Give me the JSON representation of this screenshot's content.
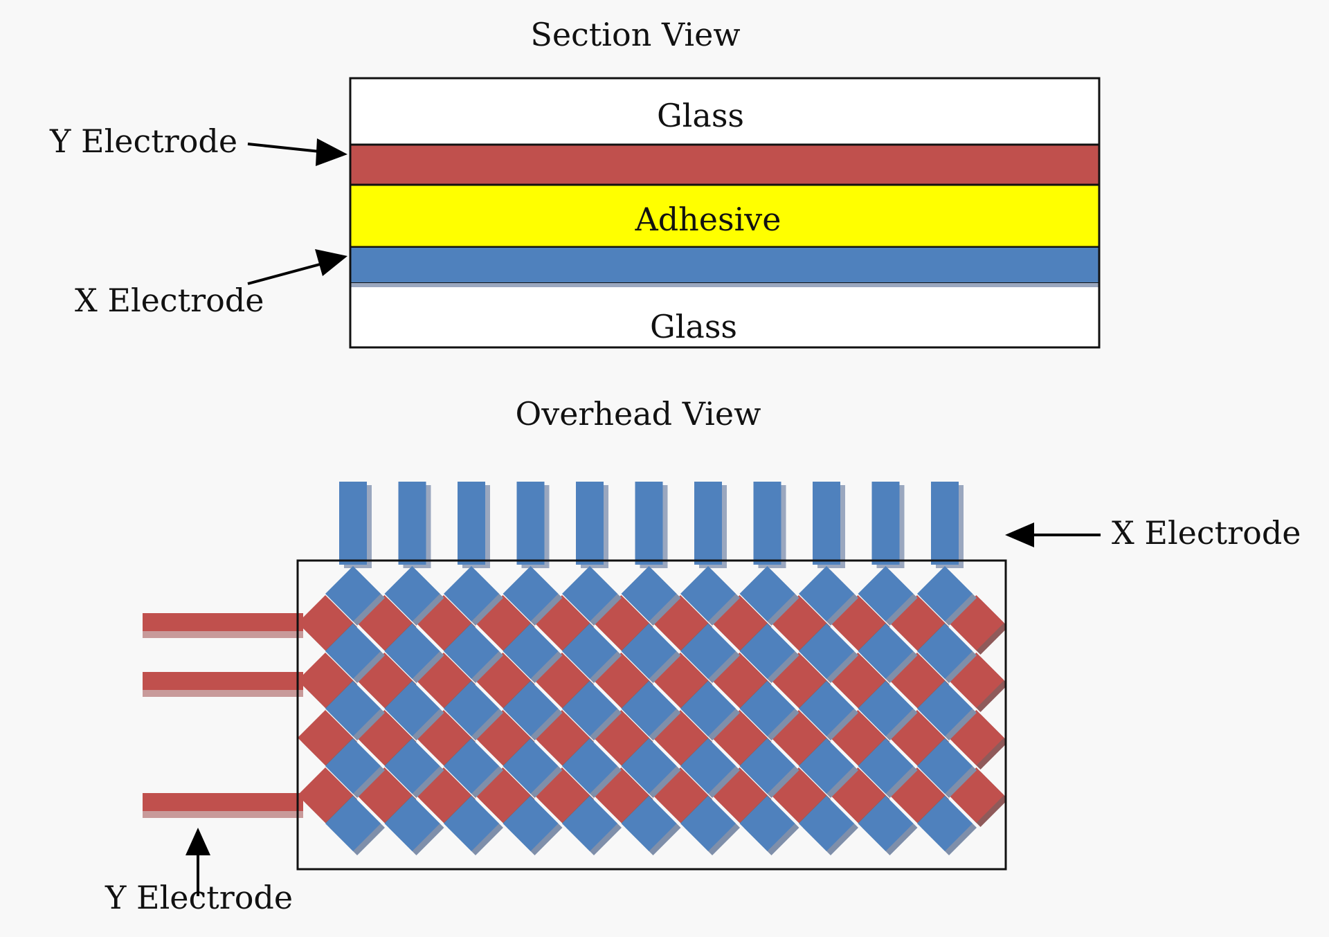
{
  "section_view": {
    "title": "Section View",
    "layers": {
      "top_glass": "Glass",
      "adhesive": "Adhesive",
      "bottom_glass": "Glass"
    },
    "labels": {
      "y_electrode": "Y Electrode",
      "x_electrode": "X Electrode"
    }
  },
  "overhead_view": {
    "title": "Overhead View",
    "labels": {
      "x_electrode": "X Electrode",
      "y_electrode": "Y Electrode"
    },
    "x_electrode_lead_count": 11,
    "y_electrode_lead_count": 3
  },
  "colors": {
    "x_electrode": "#4f81bd",
    "y_electrode": "#c0504d",
    "adhesive": "#ffff00",
    "glass": "#ffffff",
    "outline": "#111111",
    "background": "#f8f8f8"
  }
}
